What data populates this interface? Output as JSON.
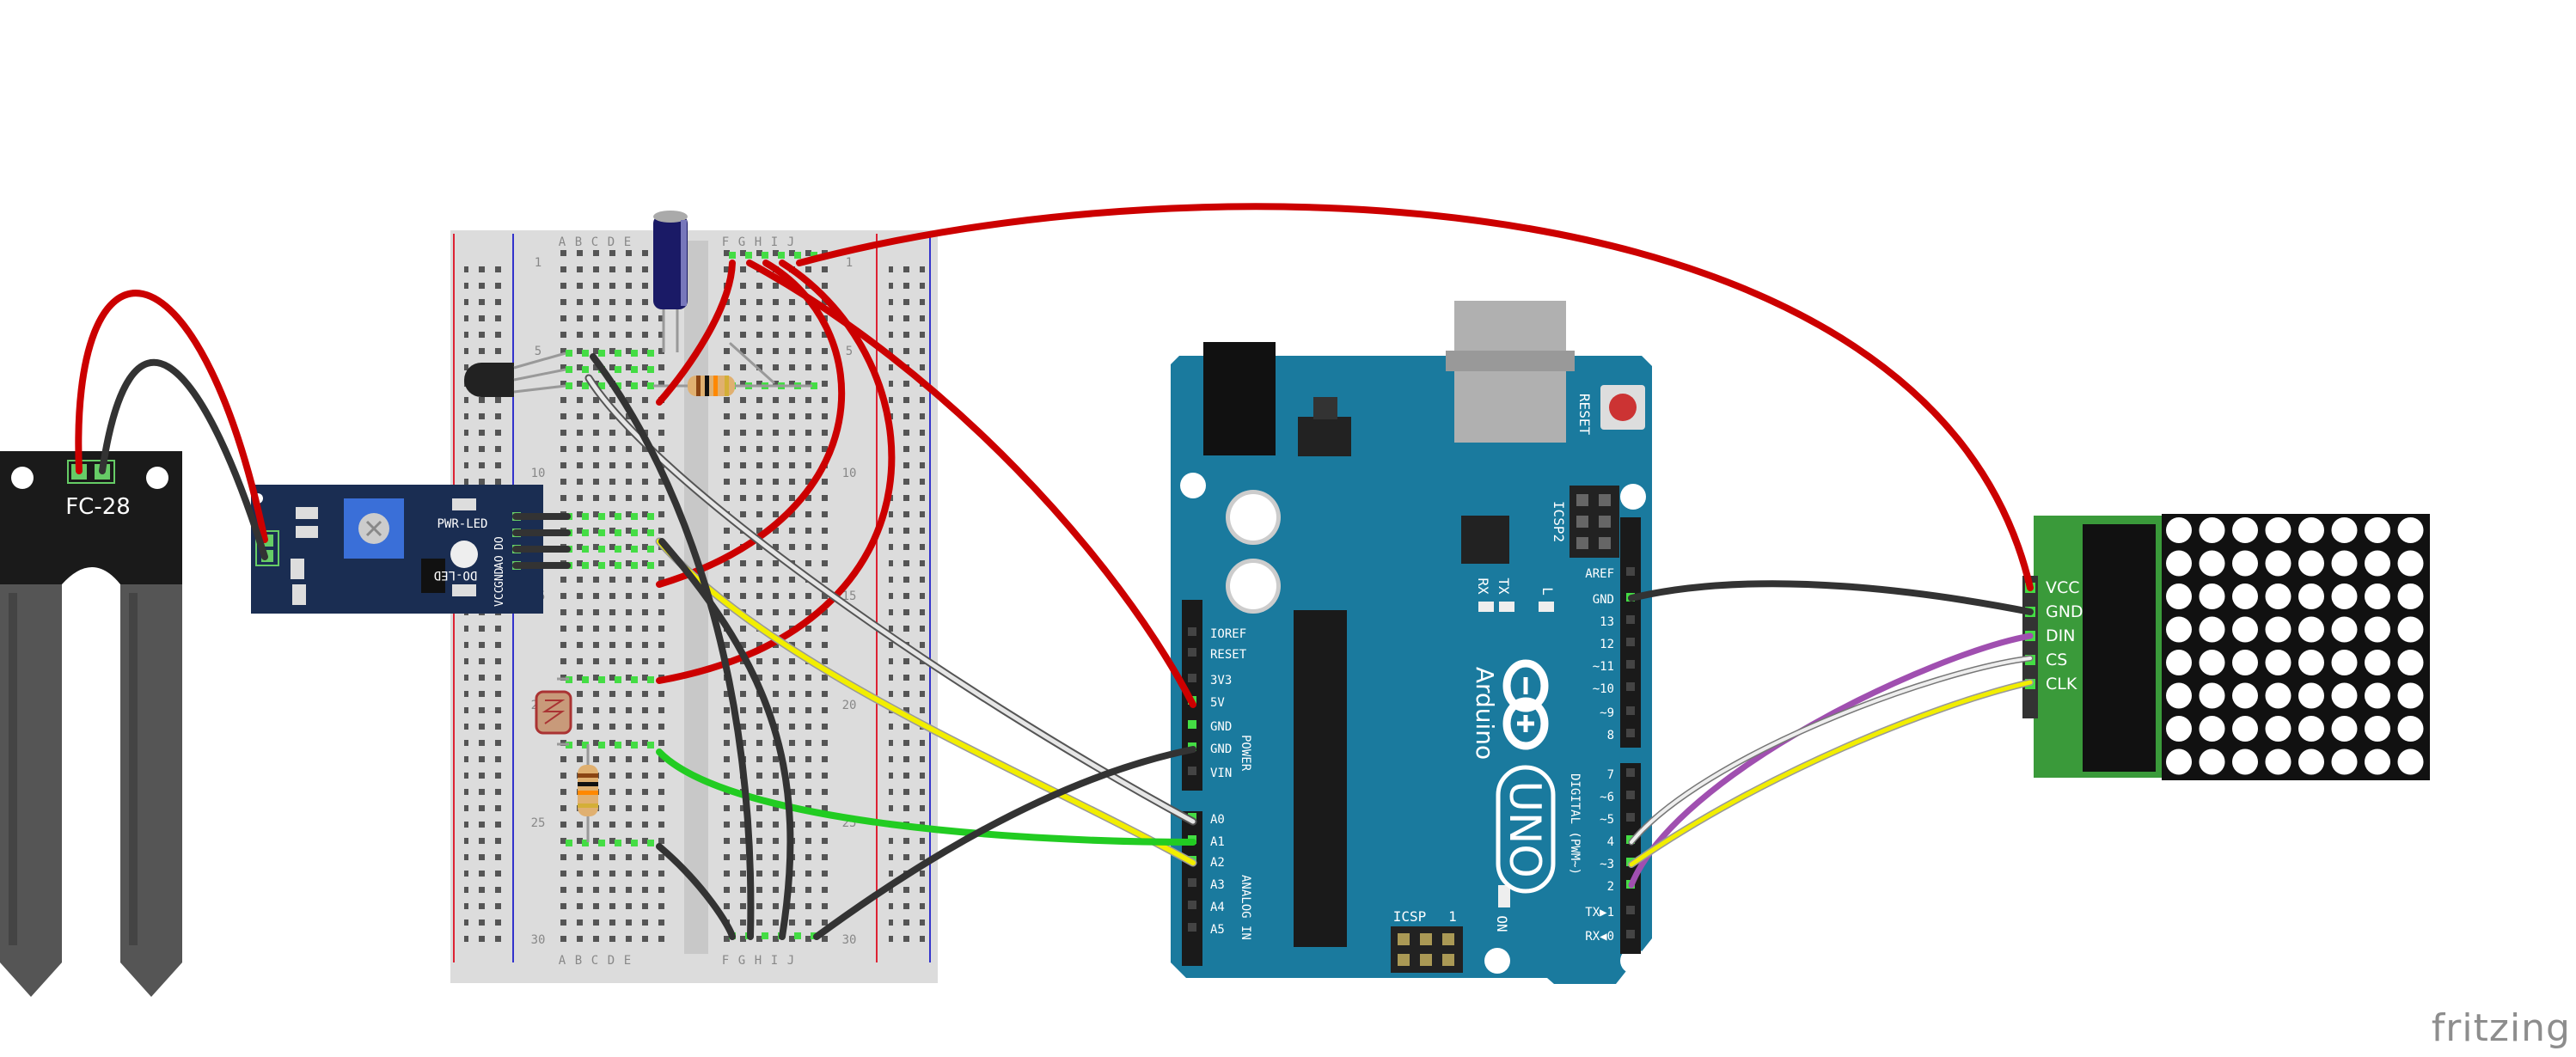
{
  "watermark": "fritzing",
  "colors": {
    "wire_red": "#cc0000",
    "wire_black": "#333333",
    "wire_white": "#dddddd",
    "wire_yellow": "#f2ee00",
    "wire_green": "#22cc22",
    "wire_purple": "#a04fb0",
    "arduino_teal": "#1a7a9e",
    "breadboard": "#dcdcdc",
    "sensor_board": "#1a2d52",
    "matrix_pcb": "#3a9a3a"
  },
  "soil_probe": {
    "label": "FC-28"
  },
  "sensor_module": {
    "header_pins": [
      "VCC",
      "GND",
      "AO",
      "DO"
    ],
    "labels": [
      "PWR-LED",
      "DO-LED"
    ]
  },
  "breadboard": {
    "columns": [
      "A",
      "B",
      "C",
      "D",
      "E",
      "F",
      "G",
      "H",
      "I",
      "J"
    ],
    "row_numbers": [
      "1",
      "5",
      "10",
      "15",
      "20",
      "25",
      "30"
    ]
  },
  "arduino": {
    "brand": "Arduino",
    "model": "UNO",
    "power_pins": [
      "IOREF",
      "RESET",
      "3V3",
      "5V",
      "GND",
      "GND",
      "VIN"
    ],
    "power_label": "POWER",
    "analog_pins": [
      "A0",
      "A1",
      "A2",
      "A3",
      "A4",
      "A5"
    ],
    "analog_label": "ANALOG IN",
    "digital_top": [
      "AREF",
      "GND",
      "13",
      "12",
      "~11",
      "~10",
      "~9",
      "8"
    ],
    "digital_bottom": [
      "7",
      "~6",
      "~5",
      "4",
      "~3",
      "2",
      "TX▶1",
      "RX◀0"
    ],
    "digital_label": "DIGITAL (PWM~)",
    "reset_label": "RESET",
    "icsp2_label": "ICSP2",
    "icsp_label": "ICSP",
    "icsp_one": "1",
    "tx_label": "TX",
    "rx_label": "RX",
    "l_label": "L",
    "on_label": "ON"
  },
  "matrix": {
    "pins": [
      "VCC",
      "GND",
      "DIN",
      "CS",
      "CLK"
    ],
    "rows": 8,
    "cols": 8
  }
}
